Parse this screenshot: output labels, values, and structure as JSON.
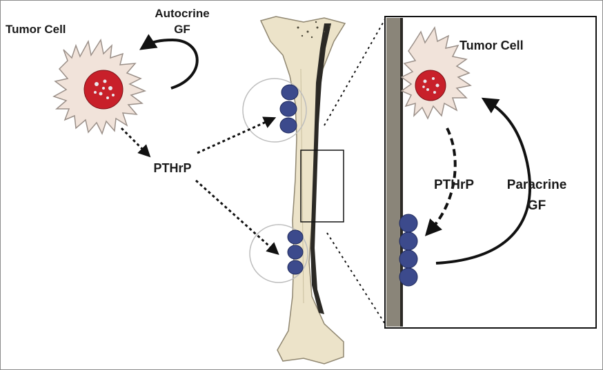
{
  "labels": {
    "tumor_cell_left": "Tumor Cell",
    "autocrine_line1": "Autocrine",
    "autocrine_line2": "GF",
    "pthrp_left": "PTHrP",
    "tumor_cell_right": "Tumor Cell",
    "pthrp_right": "PTHrP",
    "paracrine_line1": "Paracrine",
    "paracrine_line2": "GF"
  },
  "colors": {
    "cell_body": "#f1e3da",
    "cell_outline": "#9a8f88",
    "nucleus": "#c8202a",
    "bone": "#ece3c9",
    "bone_outline": "#8f8670",
    "marrow": "#2b2925",
    "osteoblast": "#3c4a8c",
    "arrow": "#111111"
  }
}
